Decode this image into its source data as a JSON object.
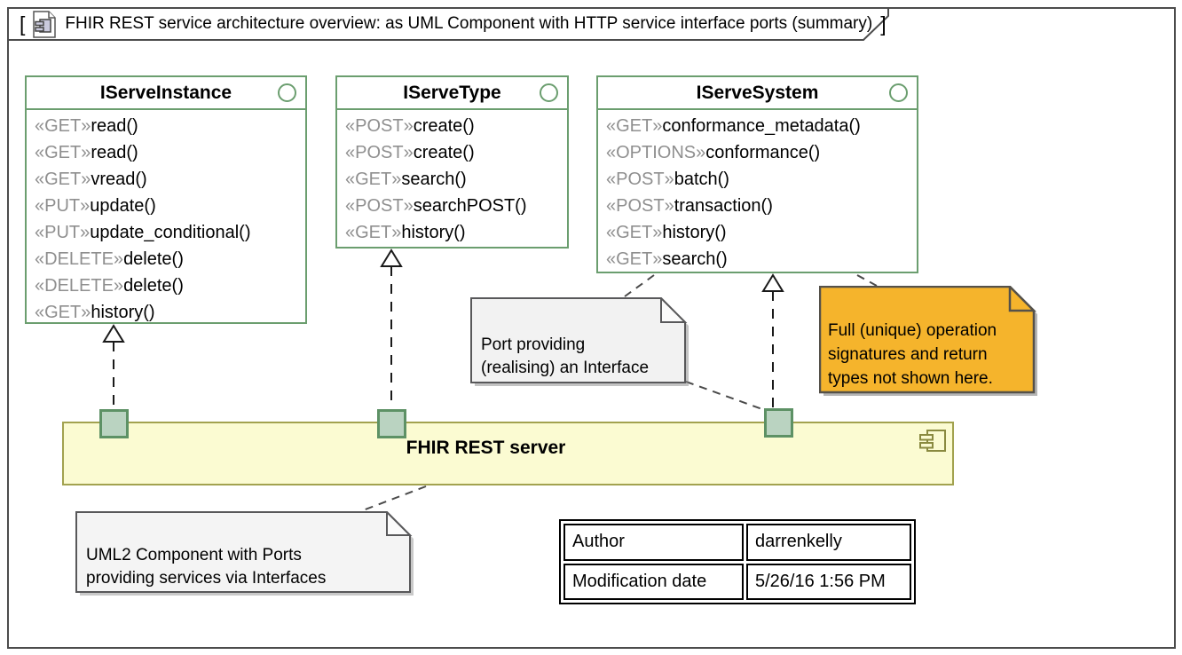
{
  "frame": {
    "bracket_open": "[",
    "bracket_close": "]",
    "title": "FHIR REST service architecture overview: as UML Component with HTTP service interface ports (summary)"
  },
  "interfaces": [
    {
      "name": "IServeInstance",
      "operations": [
        {
          "stereotype": "«GET»",
          "name": "read()"
        },
        {
          "stereotype": "«GET»",
          "name": "read()"
        },
        {
          "stereotype": "«GET»",
          "name": "vread()"
        },
        {
          "stereotype": "«PUT»",
          "name": "update()"
        },
        {
          "stereotype": "«PUT»",
          "name": "update_conditional()"
        },
        {
          "stereotype": "«DELETE»",
          "name": "delete()"
        },
        {
          "stereotype": "«DELETE»",
          "name": "delete()"
        },
        {
          "stereotype": "«GET»",
          "name": "history()"
        }
      ]
    },
    {
      "name": "IServeType",
      "operations": [
        {
          "stereotype": "«POST»",
          "name": "create()"
        },
        {
          "stereotype": "«POST»",
          "name": "create()"
        },
        {
          "stereotype": "«GET»",
          "name": "search()"
        },
        {
          "stereotype": "«POST»",
          "name": "searchPOST()"
        },
        {
          "stereotype": "«GET»",
          "name": "history()"
        }
      ]
    },
    {
      "name": "IServeSystem",
      "operations": [
        {
          "stereotype": "«GET»",
          "name": "conformance_metadata()"
        },
        {
          "stereotype": "«OPTIONS»",
          "name": "conformance()"
        },
        {
          "stereotype": "«POST»",
          "name": "batch()"
        },
        {
          "stereotype": "«POST»",
          "name": "transaction()"
        },
        {
          "stereotype": "«GET»",
          "name": "history()"
        },
        {
          "stereotype": "«GET»",
          "name": "search()"
        }
      ]
    }
  ],
  "component": {
    "name": "FHIR REST server"
  },
  "notes": {
    "port_note": {
      "lines": [
        "Port providing",
        "(realising) an Interface"
      ]
    },
    "signature_note": {
      "lines": [
        "Full (unique) operation",
        "signatures and return",
        "types not shown here."
      ]
    },
    "component_note": {
      "lines": [
        "UML2 Component with Ports",
        "providing services via Interfaces"
      ]
    }
  },
  "info_table": {
    "rows": [
      [
        "Author",
        "darrenkelly"
      ],
      [
        "Modification date",
        "5/26/16 1:56 PM"
      ]
    ]
  },
  "colors": {
    "frame_border": "#4c4c4c",
    "interface_border": "#6b9e6f",
    "stereotype_gray": "#8f8f8f",
    "component_fill": "#fbfbd2",
    "component_border": "#a2a24f",
    "port_fill": "#bad3c1",
    "port_border": "#5d9165",
    "note_fill": "#f2f2f2",
    "note_border": "#58585a",
    "orange_note_fill": "#f5b42c",
    "orange_note_border": "#55514a"
  }
}
